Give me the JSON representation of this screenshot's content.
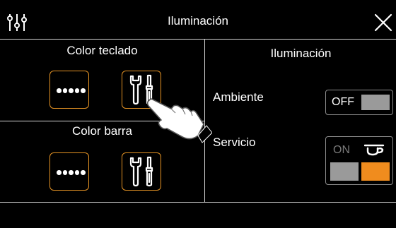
{
  "header": {
    "title": "Iluminación"
  },
  "left_panel": {
    "top_title": "Color teclado",
    "bottom_title": "Color barra"
  },
  "right_panel": {
    "title": "Iluminación",
    "ambiente": {
      "label": "Ambiente",
      "toggle_text": "OFF"
    },
    "servicio": {
      "label": "Servicio",
      "toggle_text": "ON"
    }
  },
  "icons": {
    "settings": "settings-sliders-icon",
    "close": "close-icon",
    "tools": "wrench-screwdriver-icon",
    "dots": "dots-pattern-icon",
    "cup": "cup-icon",
    "pointer": "hand-pointer-icon"
  },
  "colors": {
    "accent": "#e59324",
    "orange_swatch": "#f08c1e",
    "grey_swatch": "#9a9a9a",
    "background": "#000000"
  }
}
